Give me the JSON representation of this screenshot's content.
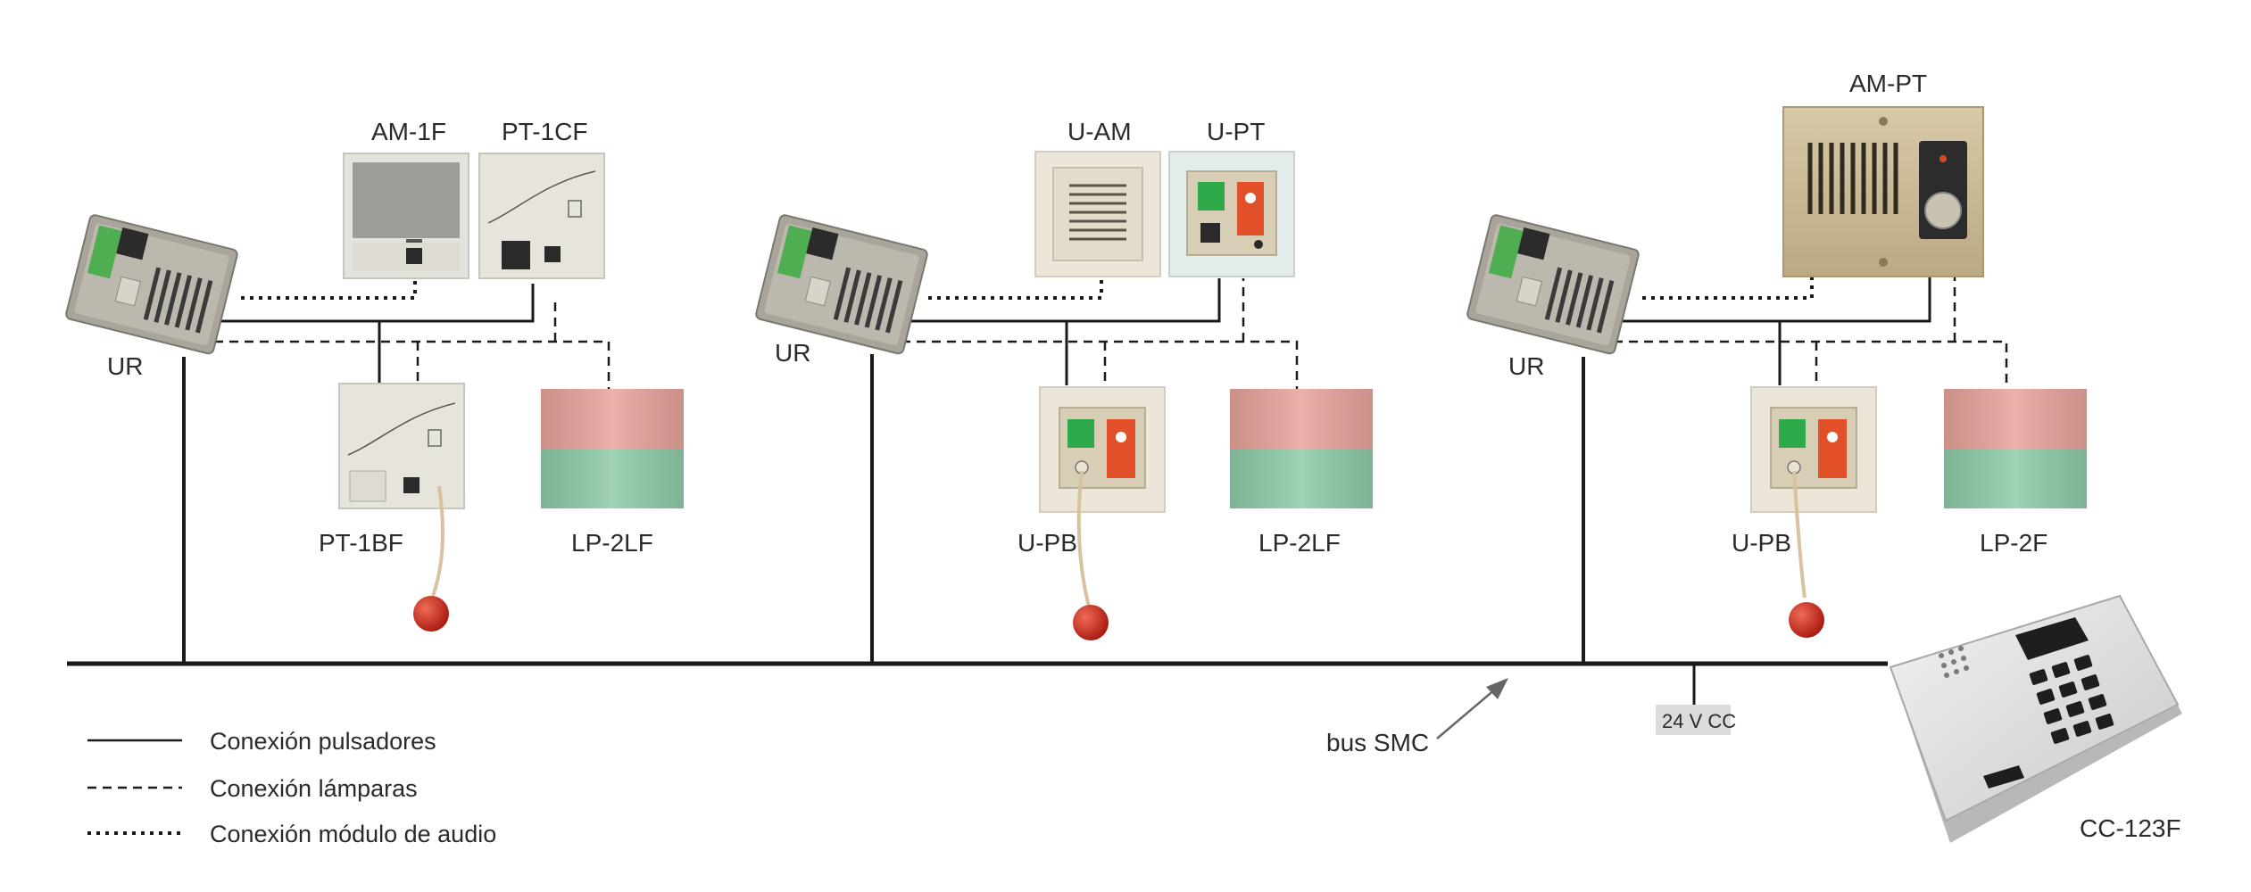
{
  "labels": {
    "group1": {
      "ur": "UR",
      "audio": "AM-1F",
      "panel": "PT-1CF",
      "pull": "PT-1BF",
      "lamp": "LP-2LF"
    },
    "group2": {
      "ur": "UR",
      "audio": "U-AM",
      "panel": "U-PT",
      "pull": "U-PB",
      "lamp": "LP-2LF"
    },
    "group3": {
      "ur": "UR",
      "audio": "AM-PT",
      "pull": "U-PB",
      "lamp": "LP-2F"
    },
    "console": "CC-123F",
    "bus": "bus SMC",
    "power": "24 V CC"
  },
  "legend": {
    "solid": "Conexión pulsadores",
    "dashed": "Conexión lámparas",
    "dotted": "Conexión módulo de audio"
  },
  "colors": {
    "line": "#1a1a1a",
    "device_beige": "#e9e4d6",
    "ur_grey": "#a8a39a",
    "lamp_red": "#e8a49a",
    "lamp_green": "#8fcba9",
    "button_green": "#2faa4a",
    "button_red": "#e2502a",
    "ball_red": "#c8261b",
    "amPt_gold": "#c9b892"
  }
}
